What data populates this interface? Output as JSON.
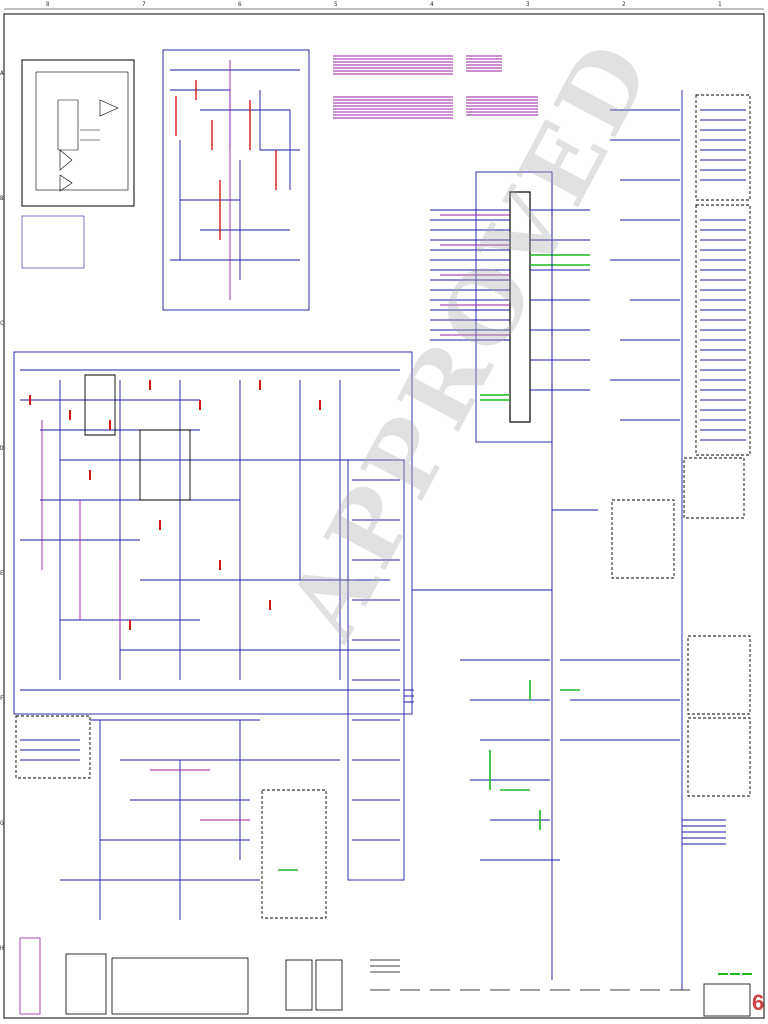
{
  "watermark": "APPROVED",
  "sheet_number": "6",
  "colors": {
    "frame": "#000000",
    "wire": "#1a1aa8",
    "bus": "#9b1fa8",
    "highlight": "#1fb81f",
    "component": "#d01818",
    "label": "#222222"
  },
  "border_columns": [
    "8",
    "7",
    "6",
    "5",
    "4",
    "3",
    "2",
    "1"
  ],
  "border_rows": [
    "A",
    "B",
    "C",
    "D",
    "E",
    "F",
    "G",
    "H"
  ]
}
